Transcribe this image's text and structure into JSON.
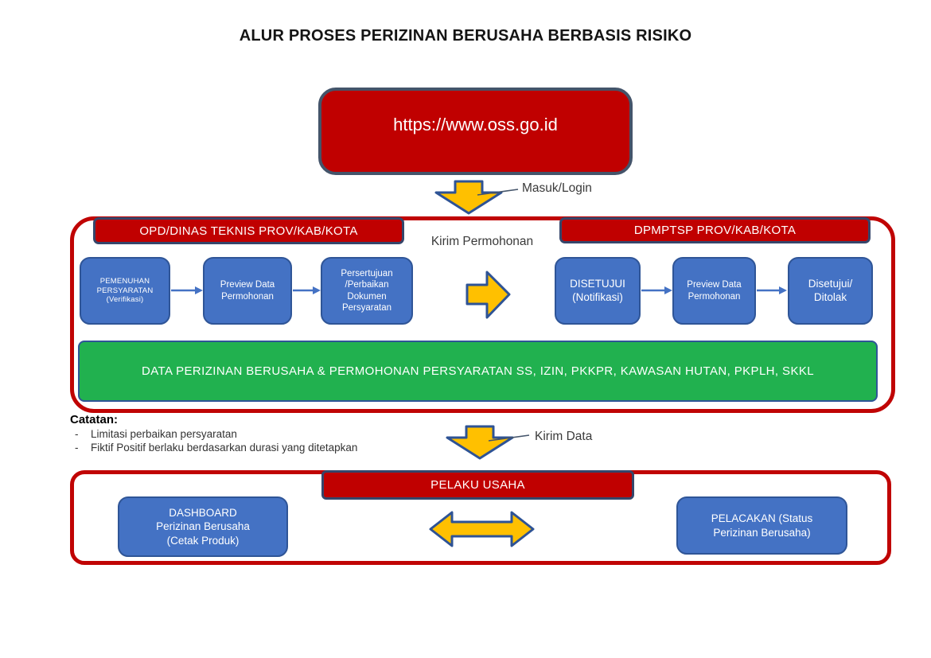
{
  "colors": {
    "red": "#C00000",
    "container_border_red": "#C00404",
    "blue_fill": "#4472C4",
    "blue_border": "#2F5597",
    "navy_border": "#44546A",
    "green": "#21B14F",
    "yellow": "#FFC000",
    "text_dark": "#3a3a3a"
  },
  "title": "ALUR PROSES PERIZINAN BERUSAHA BERBASIS RISIKO",
  "oss_box": {
    "url": "https://www.oss.go.id"
  },
  "login_flow": {
    "label": "Masuk/Login"
  },
  "agency_section": {
    "left_header": "OPD/DINAS TEKNIS PROV/KAB/KOTA",
    "right_header": "DPMPTSP PROV/KAB/KOTA",
    "center_label": "Kirim Permohonan",
    "left_steps": [
      {
        "lines": [
          "PEMENUHAN",
          "PERSYARATAN",
          "(Verifikasi)"
        ]
      },
      {
        "lines": [
          "Preview Data",
          "Permohonan"
        ]
      },
      {
        "lines": [
          "Persertujuan",
          "/Perbaikan",
          "Dokumen",
          "Persyaratan"
        ]
      }
    ],
    "right_steps": [
      {
        "lines": [
          "DISETUJUI",
          "(Notifikasi)"
        ]
      },
      {
        "lines": [
          "Preview Data",
          "Permohonan"
        ]
      },
      {
        "lines": [
          "Disetujui/",
          "Ditolak"
        ]
      }
    ],
    "data_banner": "DATA PERIZINAN BERUSAHA & PERMOHONAN PERSYARATAN SS, IZIN, PKKPR, KAWASAN HUTAN, PKPLH, SKKL"
  },
  "catatan": {
    "heading": "Catatan:",
    "bullet": "-",
    "items": [
      "Limitasi perbaikan persyaratan",
      "Fiktif Positif berlaku berdasarkan durasi yang ditetapkan"
    ]
  },
  "kirim_data_flow": {
    "label": "Kirim Data"
  },
  "pelaku_usaha_section": {
    "header": "PELAKU USAHA",
    "dashboard": {
      "lines": [
        "DASHBOARD",
        "Perizinan Berusaha",
        "(Cetak Produk)"
      ]
    },
    "pelacakan": {
      "lines": [
        "PELACAKAN (Status",
        "Perizinan Berusaha)"
      ]
    }
  }
}
